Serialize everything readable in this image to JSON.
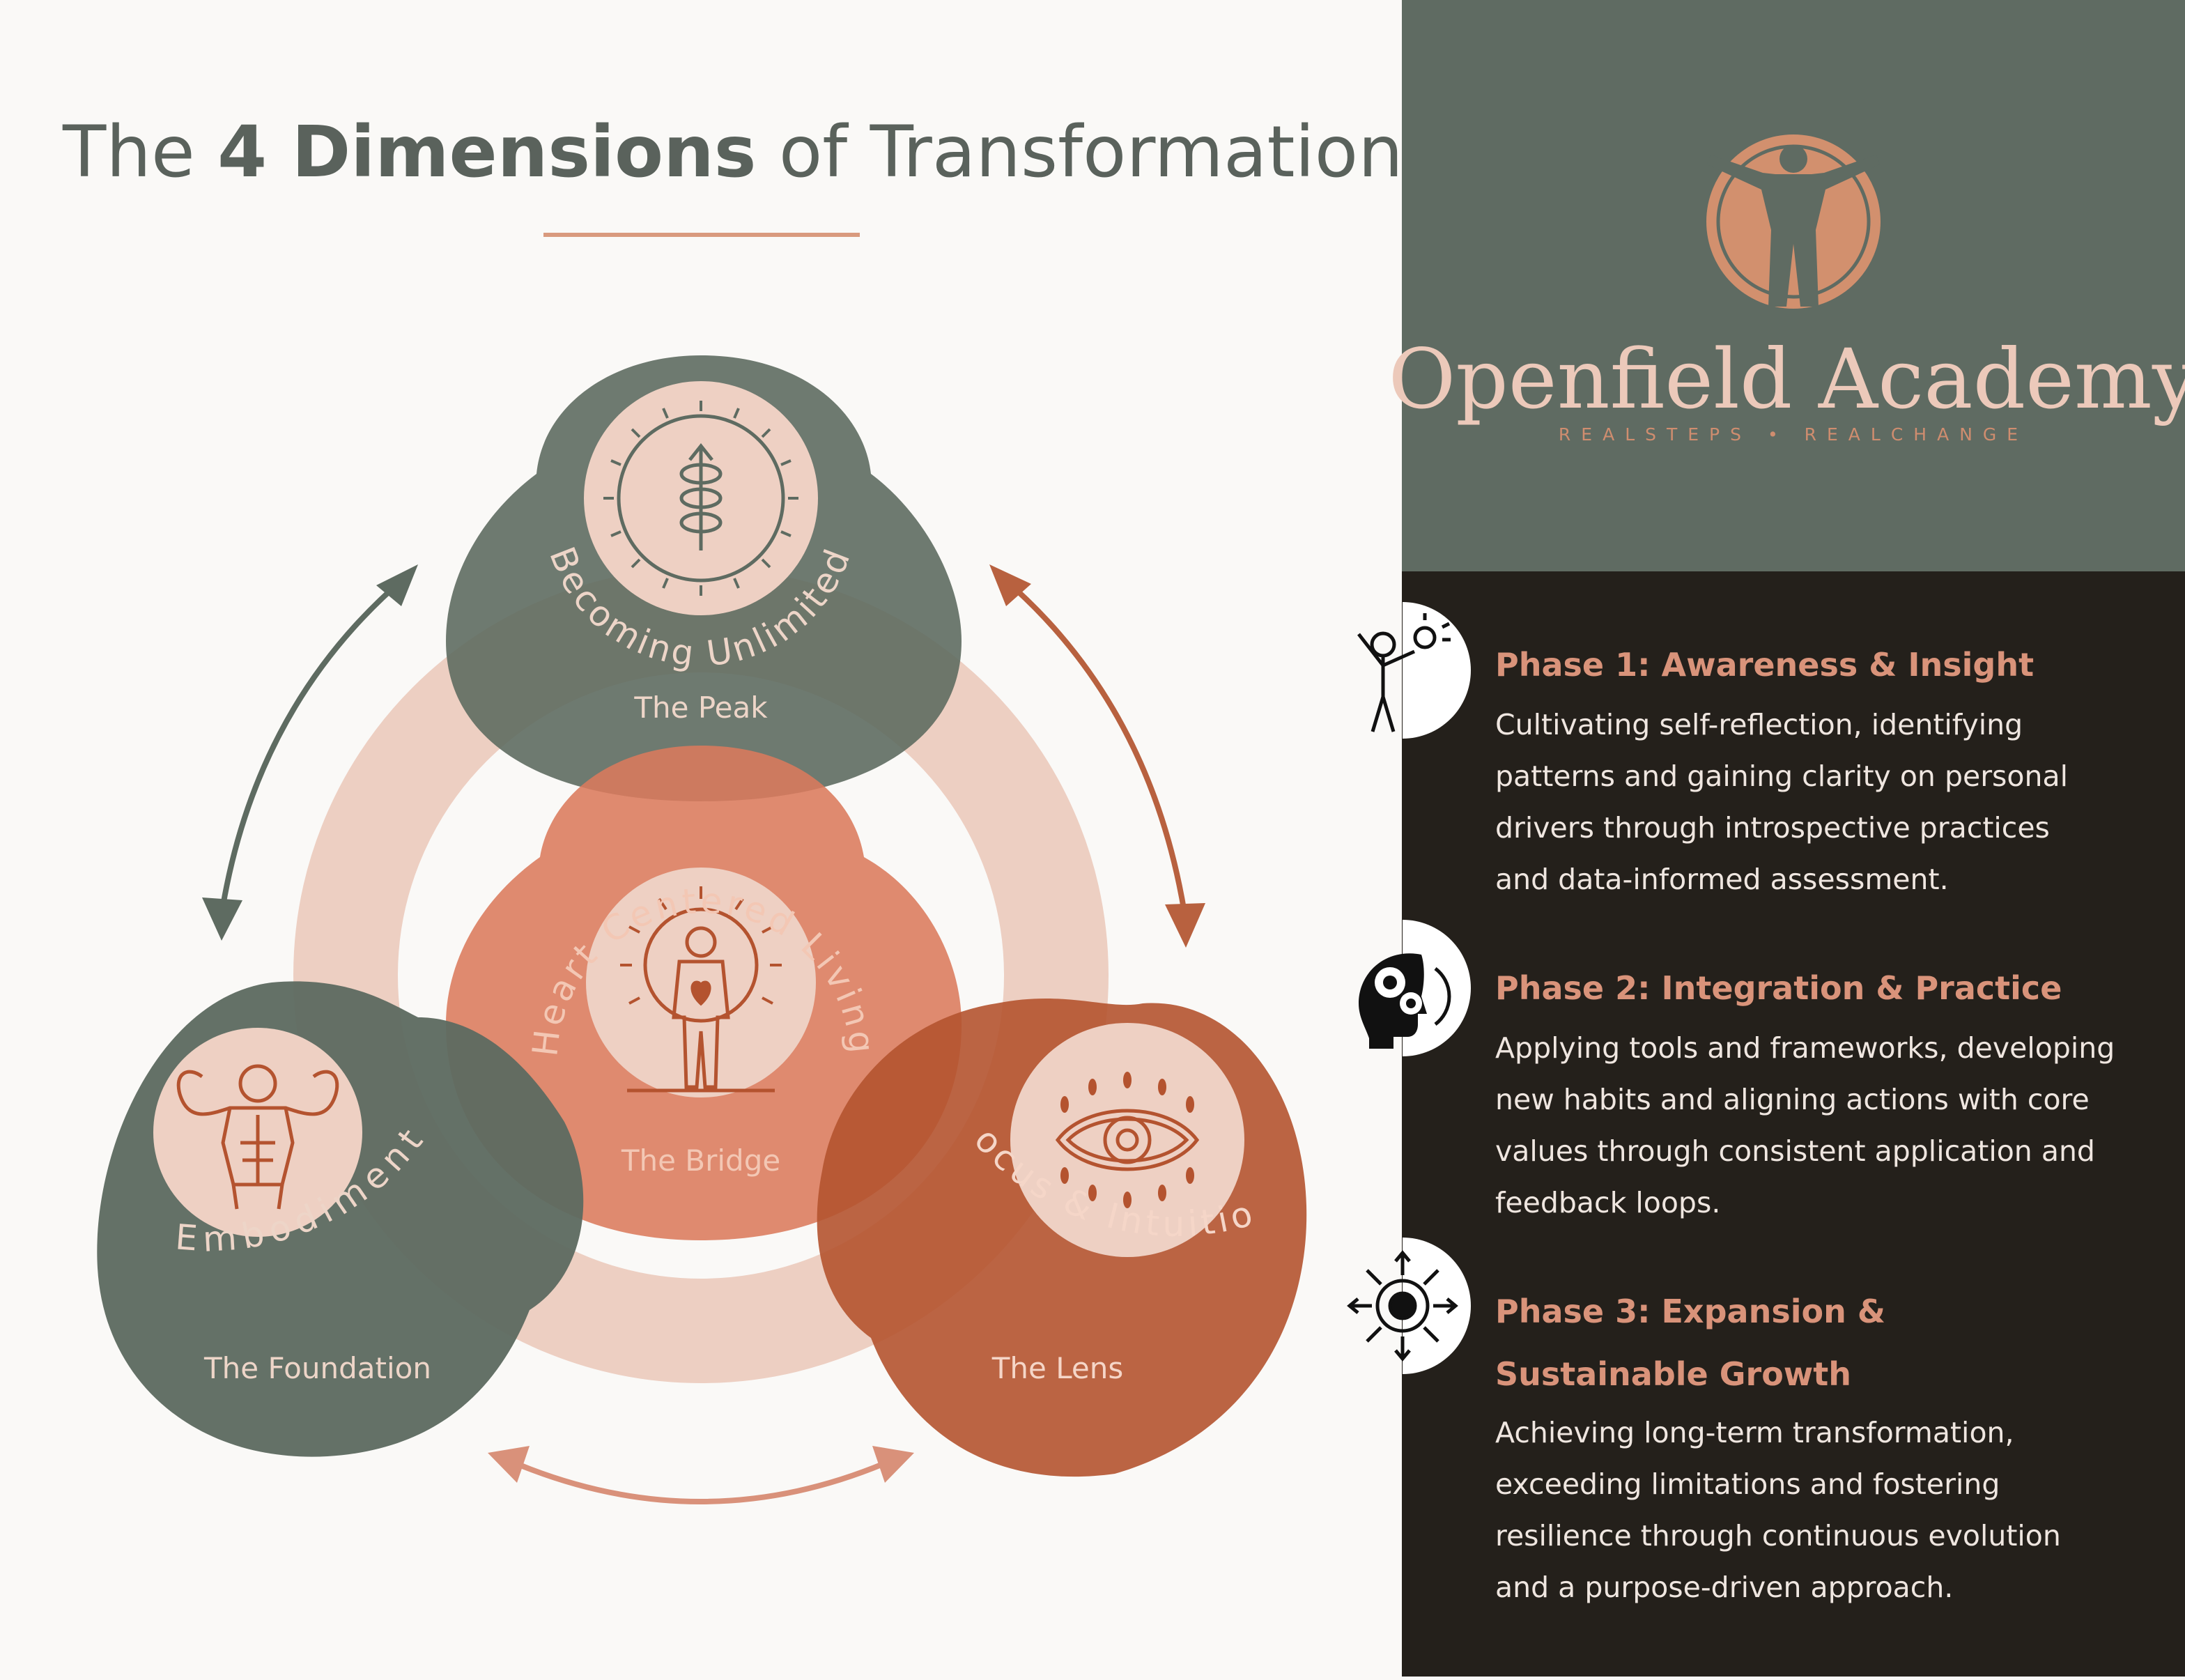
{
  "title": {
    "prefix": "The ",
    "bold": "4 Dimensions",
    "suffix": " of Transformation"
  },
  "brand": {
    "name": "Openfield Academy",
    "tagline": "REALSTEPS • REALCHANGE"
  },
  "dimensions": {
    "peak": {
      "label": "Becoming Unlimited",
      "sub": "The Peak"
    },
    "bridge": {
      "label": "Heart Centered Living",
      "sub": "The Bridge"
    },
    "foundation": {
      "label": "Embodiment",
      "sub": "The Foundation"
    },
    "lens": {
      "label": "Focus & Intuition",
      "sub": "The Lens"
    }
  },
  "phases": [
    {
      "title": "Phase 1: Awareness & Insight",
      "body": [
        "Cultivating self-reflection, identifying",
        "patterns and gaining clarity on personal",
        "drivers through introspective practices",
        "and data-informed assessment."
      ]
    },
    {
      "title": "Phase 2: Integration & Practice",
      "body": [
        "Applying tools and frameworks, developing",
        "new habits and aligning actions with core",
        "values through consistent application and",
        "feedback loops."
      ]
    },
    {
      "title_lines": [
        "Phase 3: Expansion &",
        "Sustainable Growth"
      ],
      "body": [
        "Achieving long-term transformation,",
        "exceeding limitations and fostering",
        "resilience through continuous evolution",
        "and a purpose-driven approach."
      ]
    }
  ],
  "colors": {
    "background": "#faf9f7",
    "sage": "#5f6b62",
    "dark": "#24201b",
    "terracotta": "#b8613f",
    "salmon": "#dc8a6d",
    "blush": "#edcfc2",
    "accent": "#d99a7e"
  },
  "icons": [
    "spiral-arrow-icon",
    "heart-person-icon",
    "muscle-man-icon",
    "eye-icon",
    "vitruvian-man-icon",
    "idea-stick-figure-icon",
    "gear-head-icon",
    "expansion-target-icon"
  ]
}
